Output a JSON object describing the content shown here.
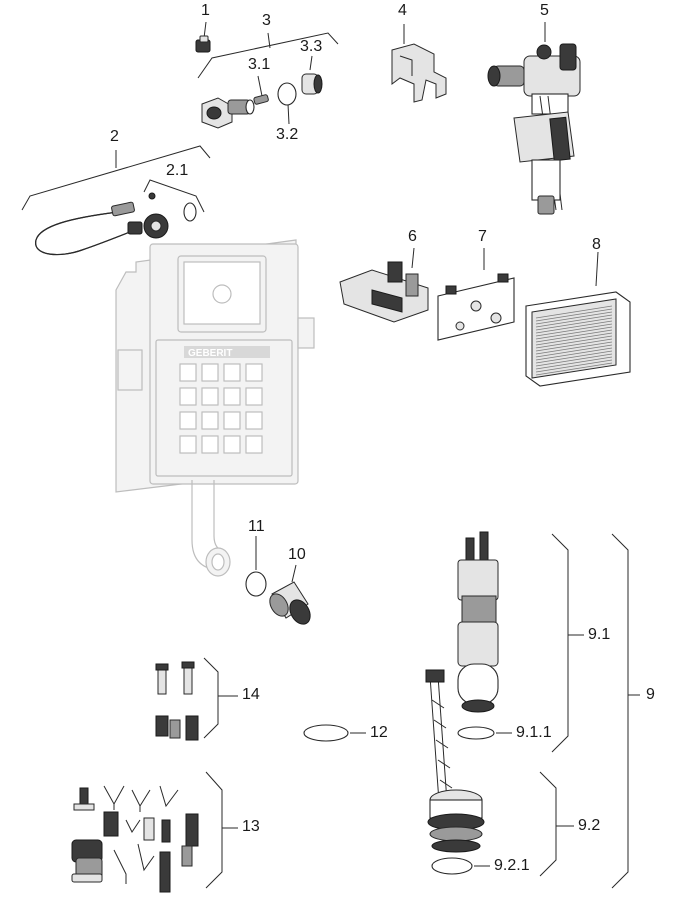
{
  "callouts": {
    "c1": "1",
    "c2": "2",
    "c2_1": "2.1",
    "c3": "3",
    "c3_1": "3.1",
    "c3_2": "3.2",
    "c3_3": "3.3",
    "c4": "4",
    "c5": "5",
    "c6": "6",
    "c7": "7",
    "c8": "8",
    "c9": "9",
    "c9_1": "9.1",
    "c9_1_1": "9.1.1",
    "c9_2": "9.2",
    "c9_2_1": "9.2.1",
    "c10": "10",
    "c11": "11",
    "c12": "12",
    "c13": "13",
    "c14": "14"
  },
  "brand": "GEBERIT"
}
